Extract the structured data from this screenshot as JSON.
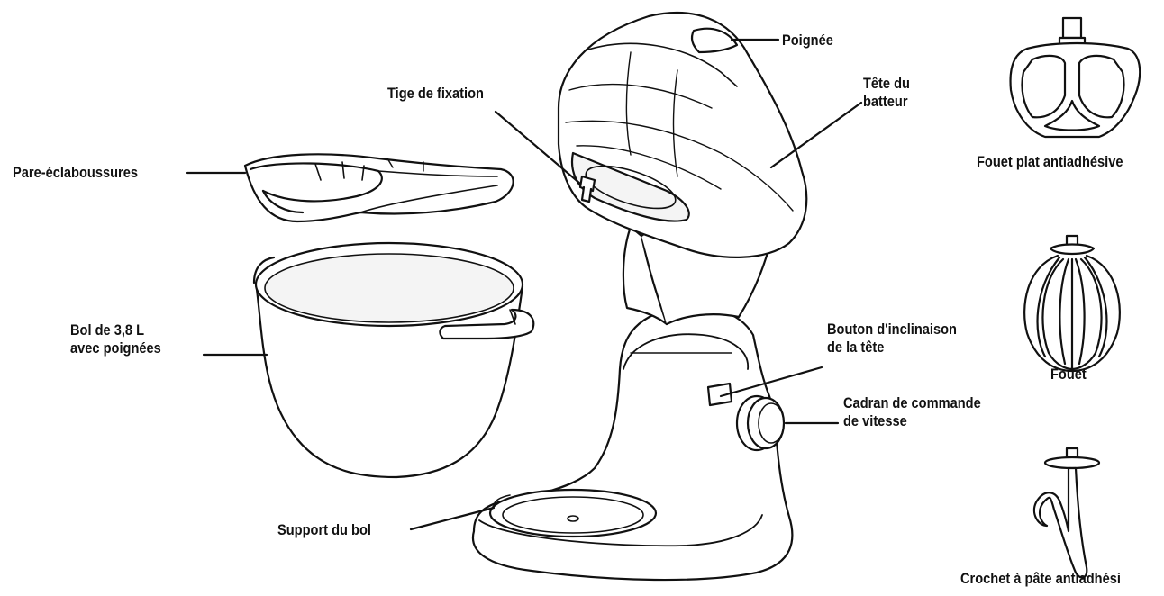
{
  "labels": {
    "poignee": "Poignée",
    "tige": "Tige de fixation",
    "tete_line1": "Tête du",
    "tete_line2": "batteur",
    "pare": "Pare-éclaboussures",
    "bol_line1": "Bol de 3,8 L",
    "bol_line2": "avec poignées",
    "bouton_line1": "Bouton d'inclinaison",
    "bouton_line2": "de la tête",
    "cadran_line1": "Cadran de commande",
    "cadran_line2": "de vitesse",
    "support": "Support du bol",
    "fouet_plat": "Fouet plat antiadhésive",
    "fouet": "Fouet",
    "crochet": "Crochet à pâte antiadhési"
  },
  "colors": {
    "ink": "#111111",
    "fill": "#ffffff",
    "shade": "#e6e6e6"
  }
}
